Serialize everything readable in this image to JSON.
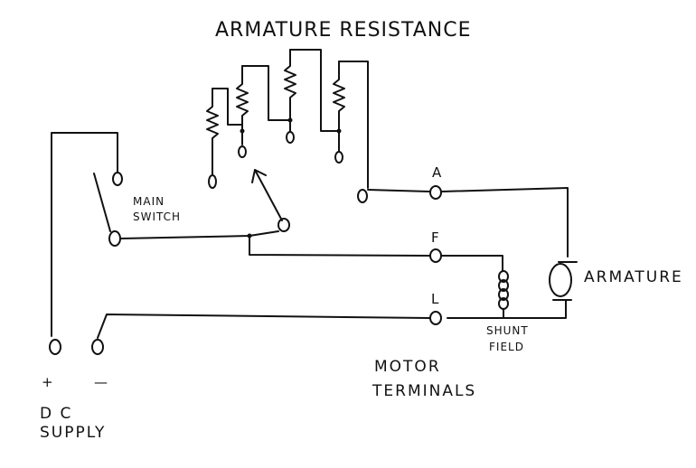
{
  "title": "ARMATURE RESISTANCE",
  "labels": {
    "main_switch_line1": "MAIN",
    "main_switch_line2": "SWITCH",
    "terminal_a": "A",
    "terminal_f": "F",
    "terminal_l": "L",
    "armature": "ARMATURE",
    "shunt_line1": "SHUNT",
    "shunt_line2": "FIELD",
    "motor_line1": "MOTOR",
    "motor_line2": "TERMINALS",
    "plus": "+",
    "minus": "—",
    "dc_line1": "D C",
    "dc_line2": "SUPPLY"
  }
}
